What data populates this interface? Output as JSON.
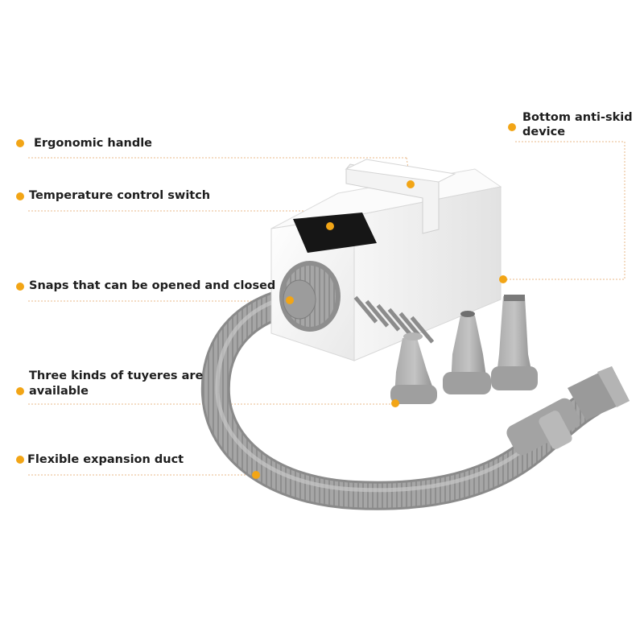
{
  "callouts": [
    {
      "id": "handle",
      "text": "Ergonomic handle"
    },
    {
      "id": "temp",
      "text": "Temperature control switch"
    },
    {
      "id": "snaps",
      "text": "Snaps that can be opened and closed"
    },
    {
      "id": "tuyeres_1",
      "text": "Three kinds of tuyeres are"
    },
    {
      "id": "tuyeres_2",
      "text": "available"
    },
    {
      "id": "duct",
      "text": "Flexible expansion duct"
    },
    {
      "id": "antiskid_1",
      "text": "Bottom anti-skid"
    },
    {
      "id": "antiskid_2",
      "text": "device"
    }
  ],
  "colors": {
    "accent": "#f2a516",
    "leader": "#e8b98a",
    "body": "#f4f4f4",
    "hose": "#9e9e9e",
    "screen": "#1a1a1a"
  }
}
